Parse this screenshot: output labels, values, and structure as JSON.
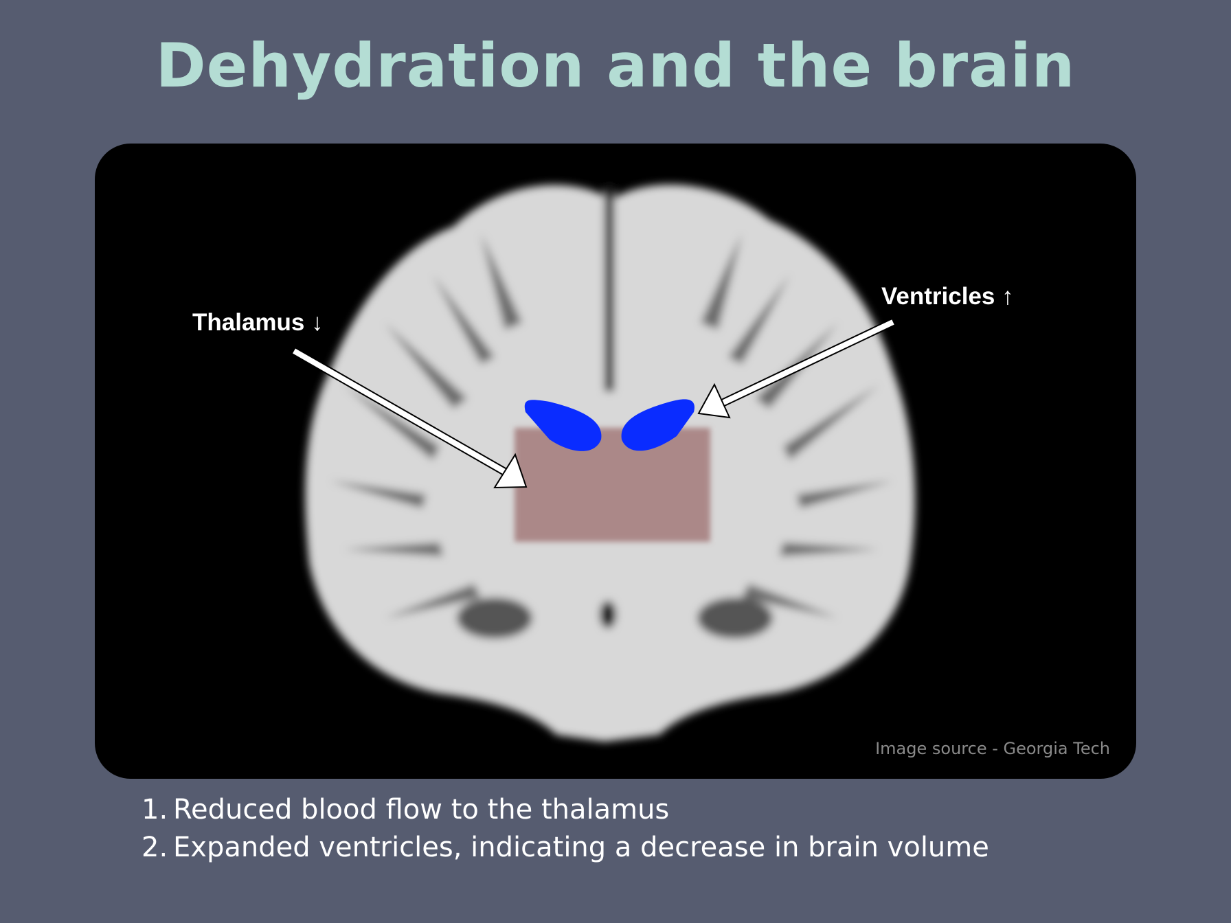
{
  "title": "Dehydration and the brain",
  "figure": {
    "labels": {
      "thalamus": "Thalamus ↓",
      "ventricles": "Ventricles ↑"
    },
    "source": "Image source - Georgia Tech",
    "colors": {
      "ventricles": "#0a2cff",
      "thalamus": "#a07474"
    }
  },
  "list": [
    {
      "num": "1.",
      "text": "Reduced blood flow to the thalamus"
    },
    {
      "num": "2.",
      "text": "Expanded ventricles, indicating a decrease in brain volume"
    }
  ],
  "colors": {
    "background": "#565c70",
    "title": "#b4ddd4"
  }
}
